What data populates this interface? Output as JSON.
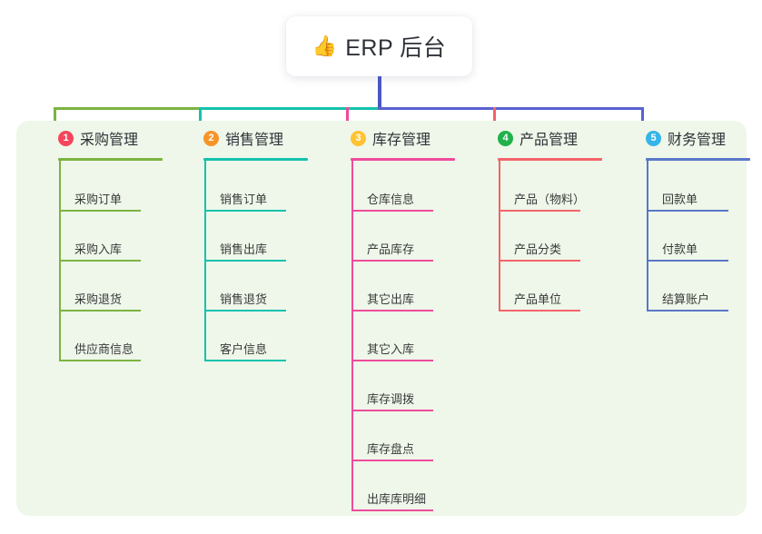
{
  "root": {
    "icon": "thumbs-up-icon",
    "icon_glyph": "👍",
    "title": "ERP 后台"
  },
  "panel": {
    "background": "#eef7e9"
  },
  "connector": {
    "stem_color": "#4a57c4",
    "bar_segments": [
      {
        "name": "green-segment",
        "color": "#7cb342"
      },
      {
        "name": "teal-segment",
        "color": "#14c2ae"
      },
      {
        "name": "blue-segment",
        "color": "#5a62cf"
      }
    ],
    "drops": [
      {
        "name": "drop-purchase",
        "color": "#7cb342"
      },
      {
        "name": "drop-sales",
        "color": "#14c2ae"
      },
      {
        "name": "drop-inventory",
        "color": "#ef4b9b"
      },
      {
        "name": "drop-product",
        "color": "#f4636b"
      },
      {
        "name": "drop-finance",
        "color": "#5a62cf"
      }
    ]
  },
  "columns": [
    {
      "index": "1",
      "title": "采购管理",
      "badge_color": "#f5455c",
      "line_color": "#7cb342",
      "items": [
        {
          "label": "采购订单"
        },
        {
          "label": "采购入库"
        },
        {
          "label": "采购退货"
        },
        {
          "label": "供应商信息"
        }
      ]
    },
    {
      "index": "2",
      "title": "销售管理",
      "badge_color": "#f79428",
      "line_color": "#14c2ae",
      "items": [
        {
          "label": "销售订单"
        },
        {
          "label": "销售出库"
        },
        {
          "label": "销售退货"
        },
        {
          "label": "客户信息"
        }
      ]
    },
    {
      "index": "3",
      "title": "库存管理",
      "badge_color": "#ffc233",
      "line_color": "#ef4b9b",
      "items": [
        {
          "label": "仓库信息"
        },
        {
          "label": "产品库存"
        },
        {
          "label": "其它出库"
        },
        {
          "label": "其它入库"
        },
        {
          "label": "库存调拨"
        },
        {
          "label": "库存盘点"
        },
        {
          "label": "出库库明细"
        }
      ]
    },
    {
      "index": "4",
      "title": "产品管理",
      "badge_color": "#21b24b",
      "line_color": "#f4636b",
      "items": [
        {
          "label": "产品（物料）"
        },
        {
          "label": "产品分类"
        },
        {
          "label": "产品单位"
        }
      ]
    },
    {
      "index": "5",
      "title": "财务管理",
      "badge_color": "#35b5e8",
      "line_color": "#5a77c9",
      "items": [
        {
          "label": "回款单"
        },
        {
          "label": "付款单"
        },
        {
          "label": "结算账户"
        }
      ]
    }
  ]
}
